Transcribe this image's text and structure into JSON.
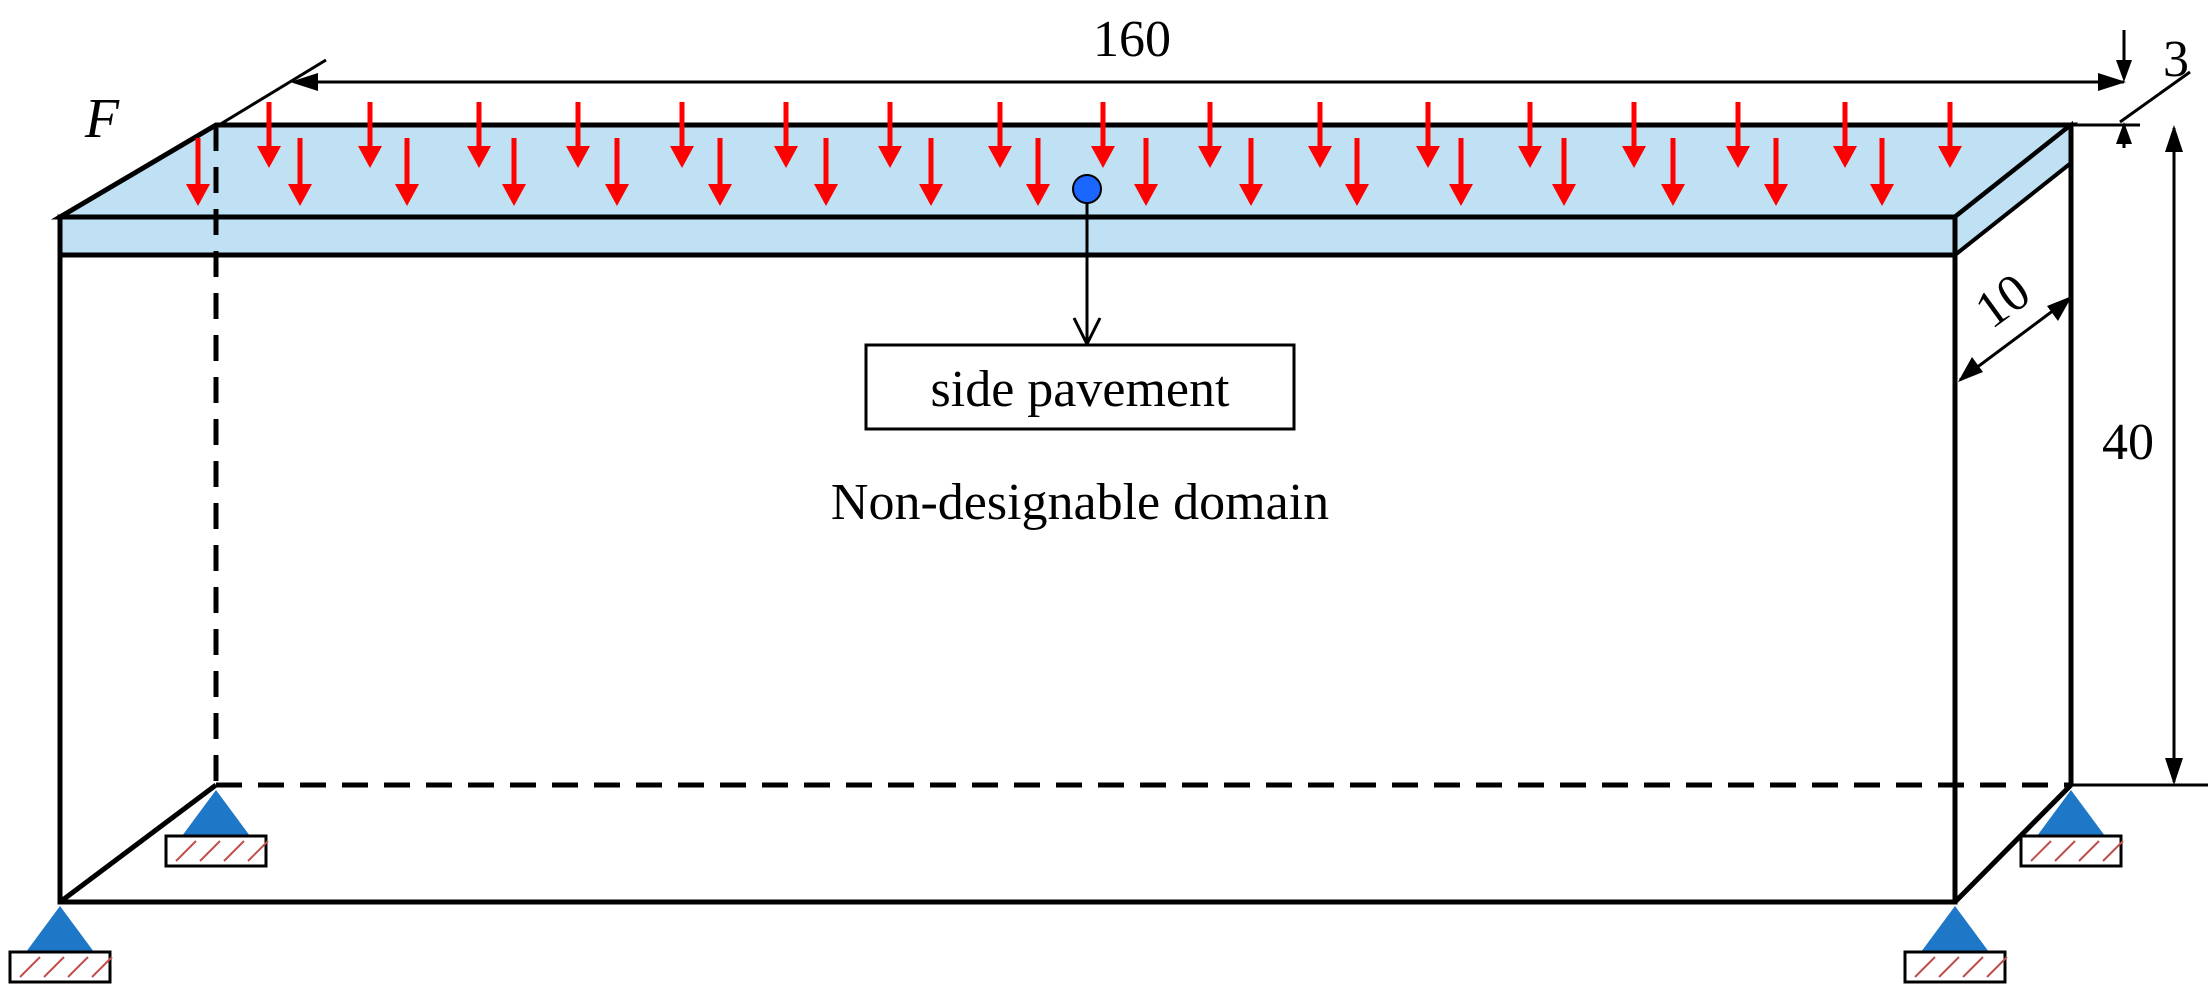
{
  "labels": {
    "force": "F",
    "length": "160",
    "pavement_thickness": "3",
    "width": "10",
    "height": "40",
    "pavement_box": "side pavement",
    "domain": "Non-designable domain"
  },
  "colors": {
    "pavement_fill": "#bfe1f3",
    "load_arrow": "#ff0000",
    "support": "#1f77c8",
    "ground_hatch": "#c0504d",
    "marker_point": "#1a66ff"
  },
  "icons": {
    "load": "down-arrow-icon",
    "support": "triangle-pin-support-icon",
    "ground": "hatched-ground-icon",
    "point": "dot-marker-icon"
  }
}
